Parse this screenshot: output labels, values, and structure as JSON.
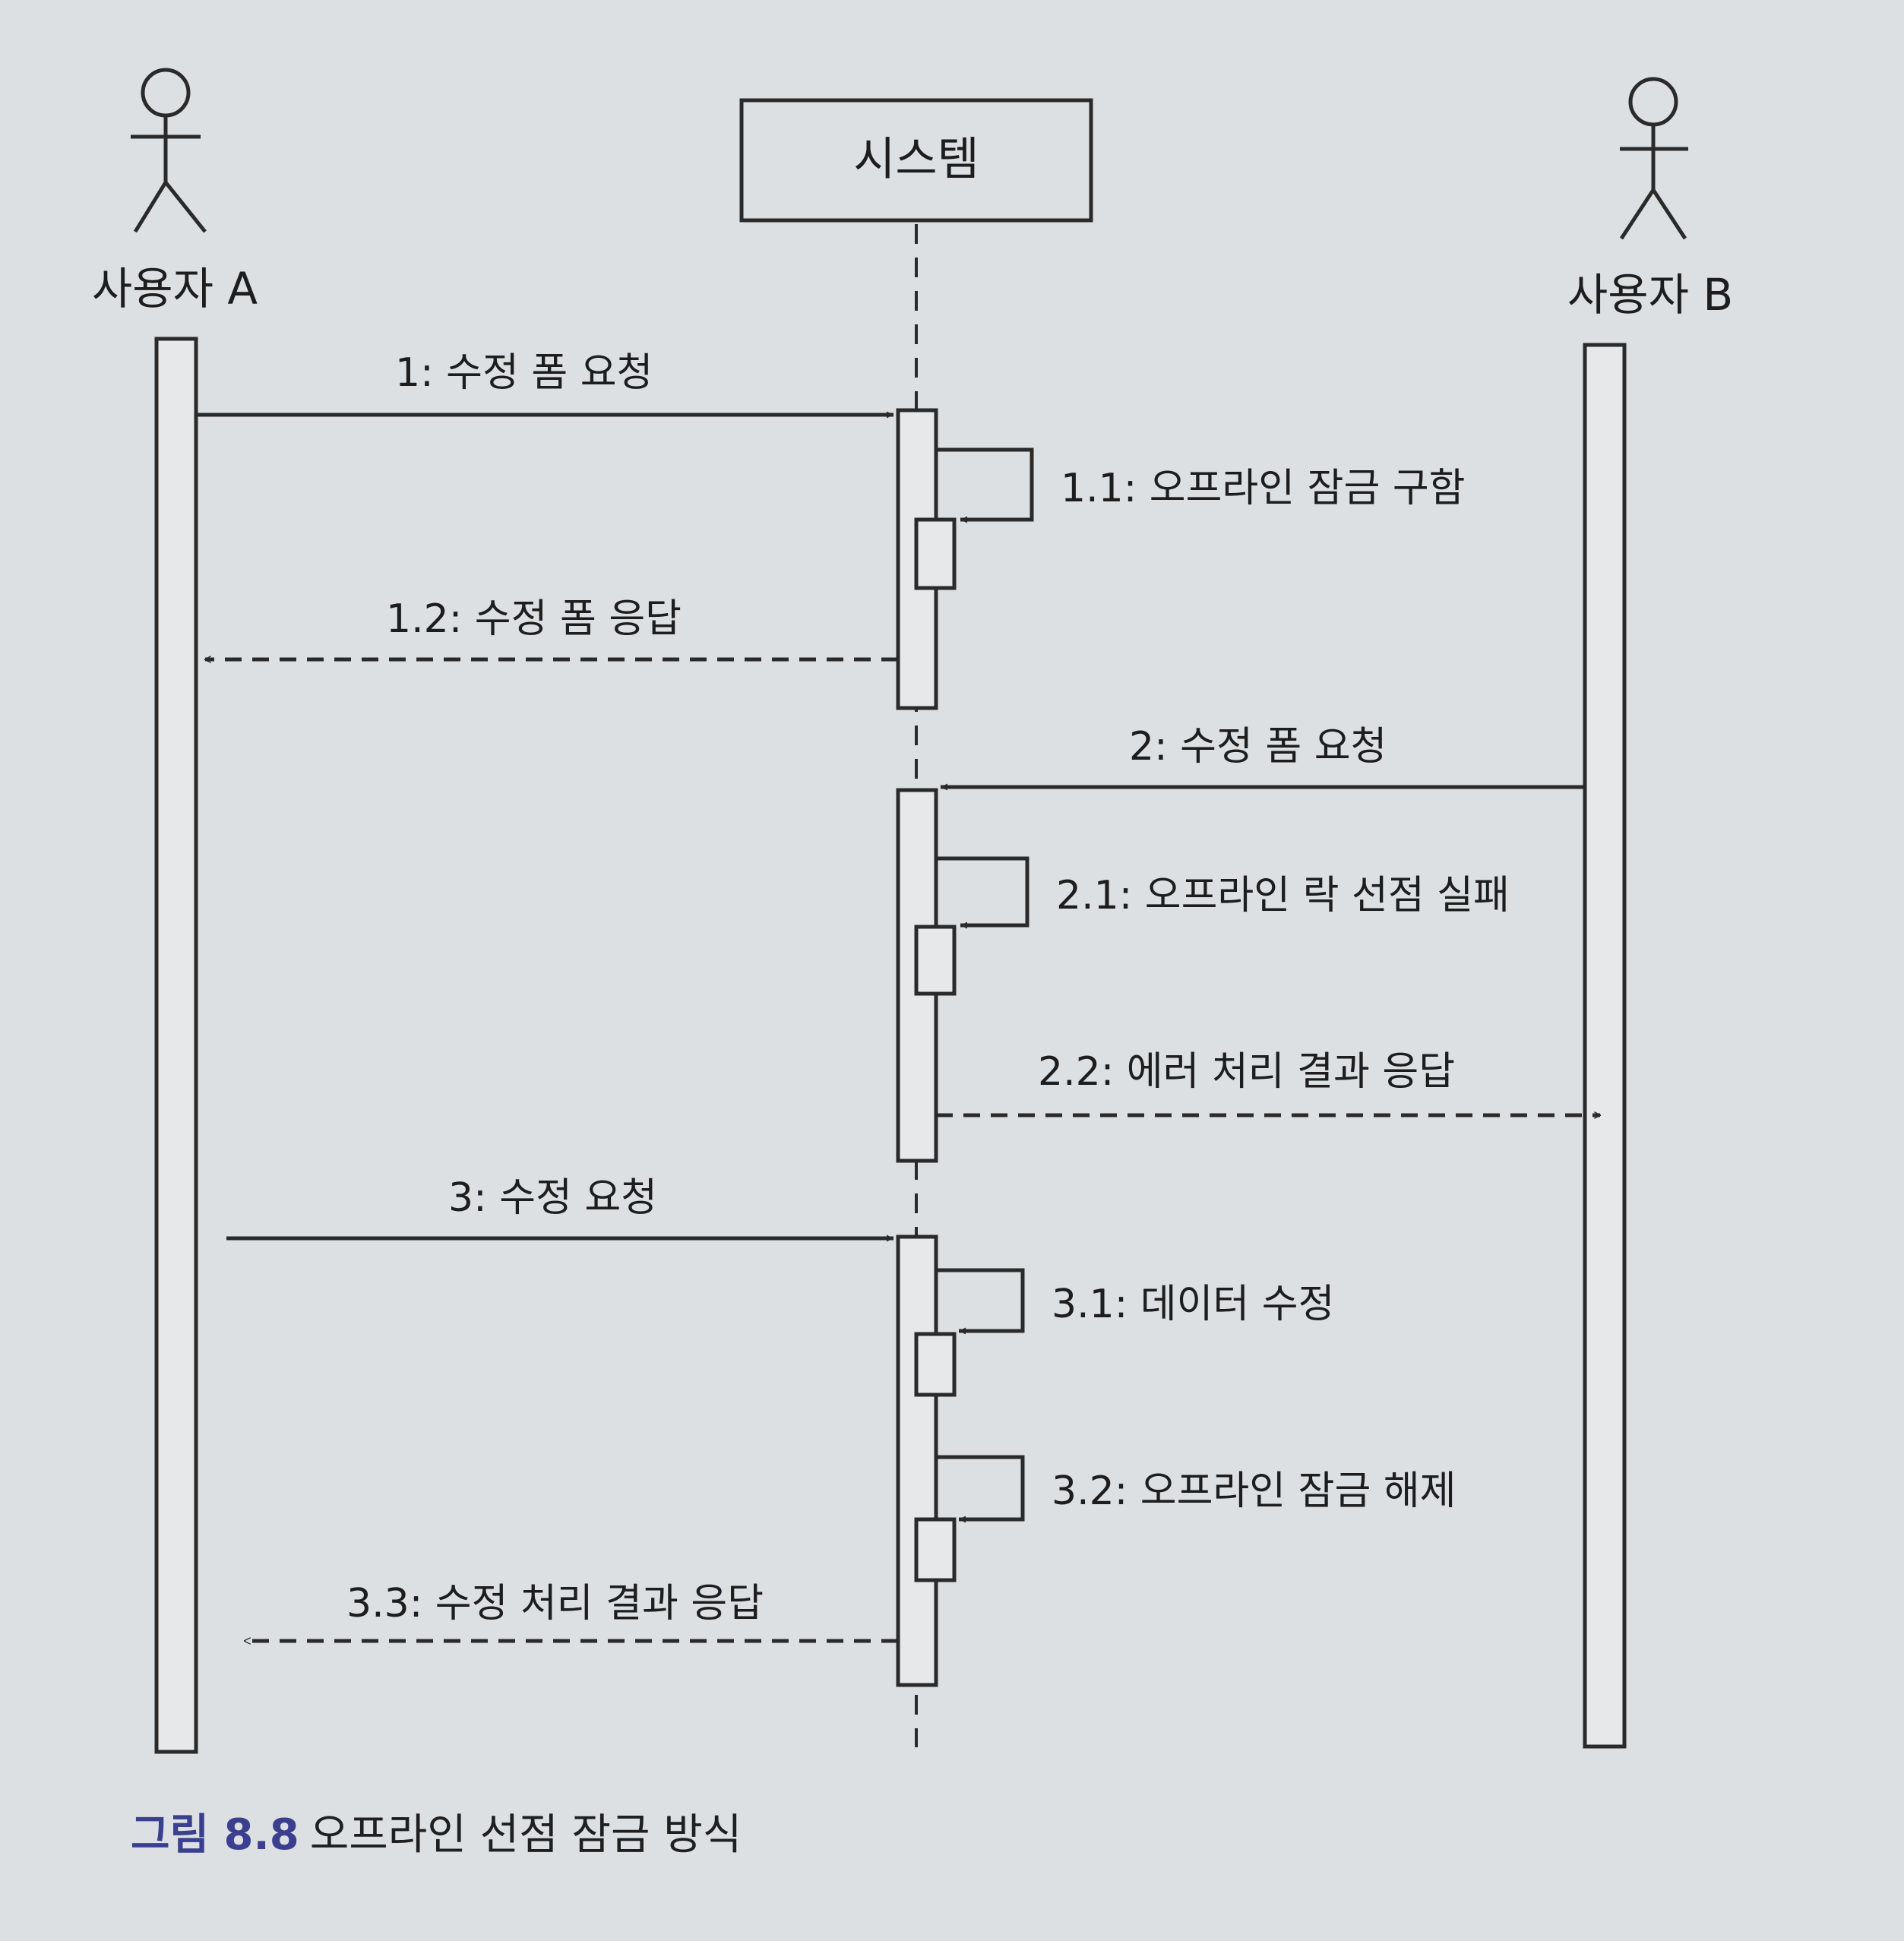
{
  "participants": {
    "user_a": "사용자 A",
    "system": "시스템",
    "user_b": "사용자 B"
  },
  "messages": [
    {
      "id": "m1",
      "label": "1: 수정 폼 요청"
    },
    {
      "id": "m11",
      "label": "1.1: 오프라인 잠금 구함"
    },
    {
      "id": "m12",
      "label": "1.2: 수정 폼 응답"
    },
    {
      "id": "m2",
      "label": "2: 수정 폼 요청"
    },
    {
      "id": "m21",
      "label": "2.1: 오프라인 락 선점 실패"
    },
    {
      "id": "m22",
      "label": "2.2: 에러 처리 결과 응답"
    },
    {
      "id": "m3",
      "label": "3: 수정 요청"
    },
    {
      "id": "m31",
      "label": "3.1: 데이터 수정"
    },
    {
      "id": "m32",
      "label": "3.2: 오프라인 잠금 해제"
    },
    {
      "id": "m33",
      "label": "3.3: 수정 처리 결과 응답"
    }
  ],
  "caption": {
    "number": "그림 8.8",
    "title": "오프라인 선점 잠금 방식"
  },
  "colors": {
    "line": "#2a2a2a",
    "caption_accent": "#3a3f8f",
    "background": "#dde0e3"
  }
}
